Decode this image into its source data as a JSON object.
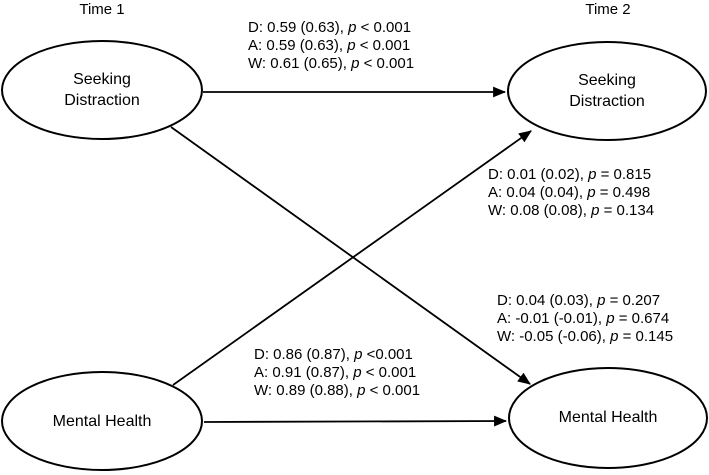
{
  "diagram": {
    "colors": {
      "background": "#ffffff",
      "stroke": "#000000",
      "text": "#000000"
    },
    "time1_label": "Time 1",
    "time2_label": "Time 2",
    "nodes": {
      "sd_t1": {
        "label": "Seeking\nDistraction"
      },
      "sd_t2": {
        "label": "Seeking\nDistraction"
      },
      "mh_t1": {
        "label": "Mental Health"
      },
      "mh_t2": {
        "label": "Mental Health"
      }
    },
    "paths": {
      "sd_t1_to_sd_t2": {
        "lines": [
          "D: 0.59 (0.63), p < 0.001",
          "A: 0.59 (0.63), p < 0.001",
          "W: 0.61 (0.65), p < 0.001"
        ]
      },
      "mh_t1_to_sd_t2": {
        "lines": [
          "D: 0.01 (0.02), p = 0.815",
          "A: 0.04 (0.04), p = 0.498",
          "W: 0.08 (0.08), p = 0.134"
        ]
      },
      "sd_t1_to_mh_t2": {
        "lines": [
          "D: 0.04 (0.03), p = 0.207",
          "A: -0.01 (-0.01), p = 0.674",
          "W: -0.05 (-0.06), p = 0.145"
        ]
      },
      "mh_t1_to_mh_t2": {
        "lines": [
          "D: 0.86 (0.87), p <0.001",
          "A: 0.91 (0.87), p < 0.001",
          "W: 0.89 (0.88), p < 0.001"
        ]
      }
    }
  }
}
